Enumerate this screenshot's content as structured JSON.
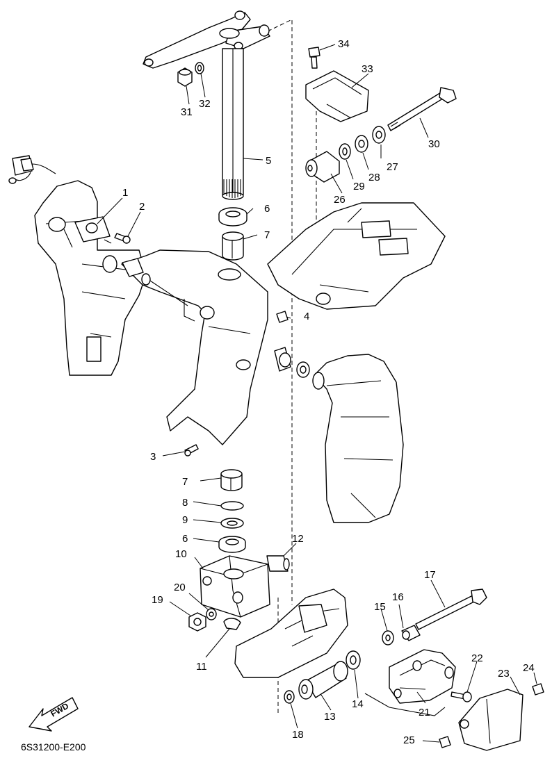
{
  "diagram": {
    "code": "6S31200-E200",
    "fwd_label": "FWD",
    "callouts": [
      {
        "id": "c1",
        "text": "1"
      },
      {
        "id": "c2",
        "text": "2"
      },
      {
        "id": "c3",
        "text": "3"
      },
      {
        "id": "c4",
        "text": "4"
      },
      {
        "id": "c5",
        "text": "5"
      },
      {
        "id": "c6a",
        "text": "6"
      },
      {
        "id": "c6b",
        "text": "6"
      },
      {
        "id": "c7a",
        "text": "7"
      },
      {
        "id": "c7b",
        "text": "7"
      },
      {
        "id": "c8",
        "text": "8"
      },
      {
        "id": "c9",
        "text": "9"
      },
      {
        "id": "c10",
        "text": "10"
      },
      {
        "id": "c11",
        "text": "11"
      },
      {
        "id": "c12",
        "text": "12"
      },
      {
        "id": "c13",
        "text": "13"
      },
      {
        "id": "c14",
        "text": "14"
      },
      {
        "id": "c15",
        "text": "15"
      },
      {
        "id": "c16",
        "text": "16"
      },
      {
        "id": "c17",
        "text": "17"
      },
      {
        "id": "c18",
        "text": "18"
      },
      {
        "id": "c19",
        "text": "19"
      },
      {
        "id": "c20",
        "text": "20"
      },
      {
        "id": "c21",
        "text": "21"
      },
      {
        "id": "c22",
        "text": "22"
      },
      {
        "id": "c23",
        "text": "23"
      },
      {
        "id": "c24",
        "text": "24"
      },
      {
        "id": "c25",
        "text": "25"
      },
      {
        "id": "c26",
        "text": "26"
      },
      {
        "id": "c27",
        "text": "27"
      },
      {
        "id": "c28",
        "text": "28"
      },
      {
        "id": "c29",
        "text": "29"
      },
      {
        "id": "c30",
        "text": "30"
      },
      {
        "id": "c31",
        "text": "31"
      },
      {
        "id": "c32",
        "text": "32"
      },
      {
        "id": "c33",
        "text": "33"
      },
      {
        "id": "c34",
        "text": "34"
      }
    ]
  }
}
